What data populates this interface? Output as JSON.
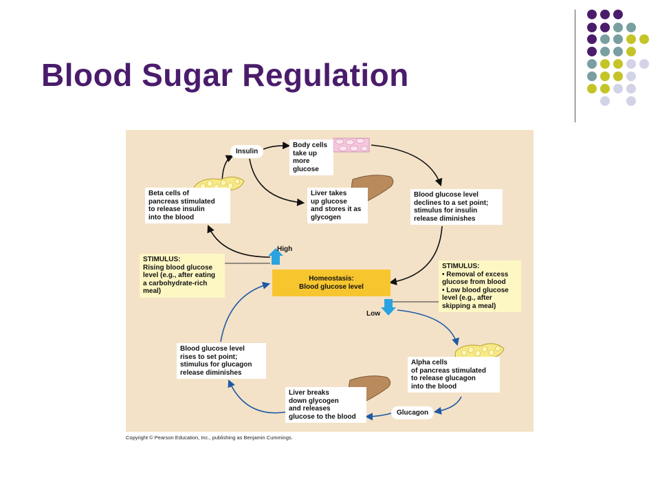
{
  "slide": {
    "title": "Blood Sugar Regulation",
    "copyright": "Copyright © Pearson Education, Inc., publishing as Benjamin Cummings."
  },
  "decor": {
    "dot_colors": [
      "#4a1c6b",
      "#7a9fa0",
      "#c4c428",
      "#d3d3e8"
    ]
  },
  "diagram": {
    "insulin": "Insulin",
    "body_cells": "Body cells\ntake up more\nglucose",
    "beta_cells": "Beta cells of\npancreas stimulated\nto release insulin\ninto the blood",
    "liver_takes": "Liver takes\nup glucose\nand stores it as\nglycogen",
    "glucose_declines": "Blood glucose level\ndeclines to a set point;\nstimulus for insulin\nrelease diminishes",
    "high": "High",
    "low": "Low",
    "stimulus_high": "STIMULUS:\nRising blood glucose\nlevel (e.g., after eating\na carbohydrate-rich\nmeal)",
    "homeostasis_title": "Homeostasis:",
    "homeostasis_sub": "Blood glucose level",
    "stimulus_low": "STIMULUS:\n• Removal of excess\n   glucose from blood\n• Low blood glucose\n   level (e.g., after\n   skipping a meal)",
    "glucose_rises": "Blood glucose level\nrises to set point;\nstimulus for glucagon\nrelease diminishes",
    "alpha_cells": "Alpha cells\nof pancreas stimulated\nto release glucagon\ninto the blood",
    "liver_breaks": "Liver breaks\ndown glycogen\nand releases\nglucose to the blood",
    "glucagon": "Glucagon"
  },
  "colors": {
    "title": "#4a1c6b",
    "figure_bg": "#f3e2c8",
    "stimulus_box": "#fdf7c4",
    "homeostasis_box": "#f7c62e",
    "high_arrow": "#2aa3e0",
    "black_arrows": "#111111",
    "blue_arrows": "#1d5aa6"
  }
}
